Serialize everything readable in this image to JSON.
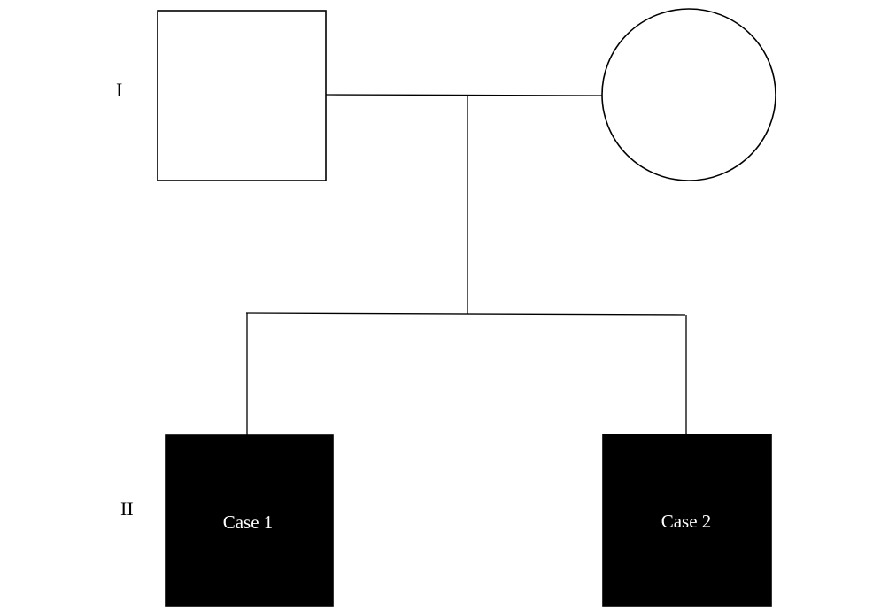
{
  "generations": [
    {
      "label": "I"
    },
    {
      "label": "II"
    }
  ],
  "individuals": [
    {
      "id": "father",
      "sex": "male",
      "affected": false,
      "label": ""
    },
    {
      "id": "mother",
      "sex": "female",
      "affected": false,
      "label": ""
    },
    {
      "id": "case1",
      "sex": "male",
      "affected": true,
      "label": "Case 1"
    },
    {
      "id": "case2",
      "sex": "male",
      "affected": true,
      "label": "Case 2"
    }
  ],
  "colors": {
    "affected_fill": "#000000",
    "unaffected_fill": "#ffffff",
    "line": "#000000"
  }
}
